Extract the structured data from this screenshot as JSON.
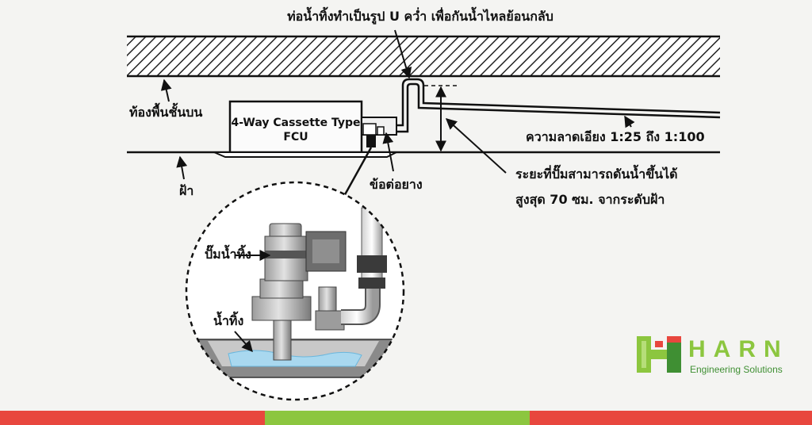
{
  "labels": {
    "u_trap_note": "ท่อน้ำทิ้งทำเป็นรูป U คว่ำ เพื่อกันน้ำไหลย้อนกลับ",
    "upper_floor": "ท้องพื้นชั้นบน",
    "ceiling": "ฝ้า",
    "fcu_line1": "4-Way Cassette Type",
    "fcu_line2": "FCU",
    "slope": "ความลาดเอียง 1:25 ถึง 1:100",
    "rubber_joint": "ข้อต่อยาง",
    "pump_lift_line1": "ระยะที่ปั๊มสามารถดันน้ำขึ้นได้",
    "pump_lift_line2": "สูงสุด 70 ซม. จากระดับฝ้า",
    "drain_pump": "ปั๊มน้ำทิ้ง",
    "drain_water": "น้ำทิ้ง"
  },
  "logo": {
    "name": "HARN",
    "tagline": "Engineering Solutions",
    "mark_icon": "harn-h-cube-icon"
  },
  "colors": {
    "background": "#f4f4f2",
    "brand_green": "#8cc63f",
    "brand_red": "#e8473e",
    "brand_dark_green": "#3f8f33",
    "line": "#111111",
    "water": "#a9d8ef"
  },
  "footer": {
    "segments": [
      "red",
      "green",
      "red"
    ]
  }
}
